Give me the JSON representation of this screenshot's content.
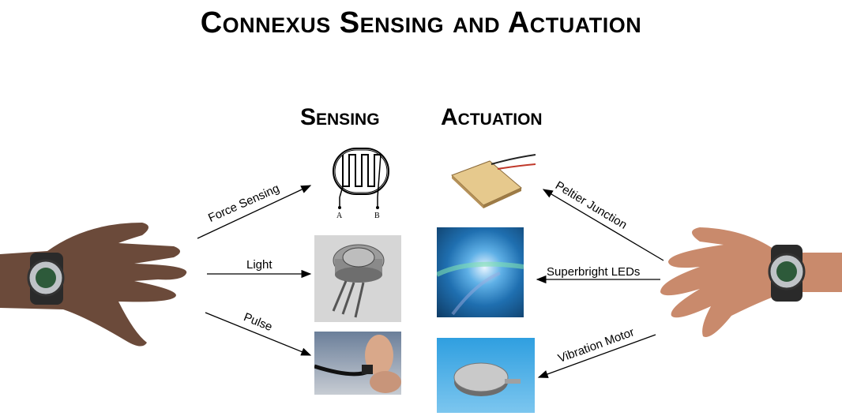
{
  "title": "Connexus Sensing and Actuation",
  "headings": {
    "sensing": "Sensing",
    "actuation": "Actuation"
  },
  "sensing": [
    {
      "label": "Force Sensing",
      "device": "force-sensing-resistor"
    },
    {
      "label": "Light",
      "device": "light-sensor"
    },
    {
      "label": "Pulse",
      "device": "pulse-sensor"
    }
  ],
  "actuation": [
    {
      "label": "Peltier Junction",
      "device": "peltier-module"
    },
    {
      "label": "Superbright LEDs",
      "device": "led-light"
    },
    {
      "label": "Vibration Motor",
      "device": "coin-vibration-motor"
    }
  ],
  "fsr_terminals": {
    "a": "A",
    "b": "B"
  },
  "colors": {
    "skin_dark": "#6b4a3a",
    "skin_light": "#c98a6c",
    "watch": "#2a2a2a",
    "led_bg": "#1f6fb0",
    "vibe_bg": "#2f9fe0"
  }
}
